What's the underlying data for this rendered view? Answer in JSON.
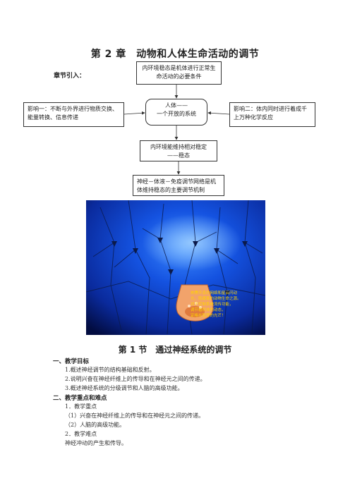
{
  "chapter_title": "第 2 章　动物和人体生命活动的调节",
  "intro_label": "章节引入：",
  "concept_map": {
    "top_box": "内环境稳态是机体进行正常生命活动的必要条件",
    "left_box": "影响一：不断与外界进行物质交换、能量转换、信息传递",
    "center_box_line1": "人体——",
    "center_box_line2": "一个开放的系统",
    "right_box": "影响二：体内同时进行着成千上万种化学反应",
    "lower_box_line1": "内环境能维持相对稳定",
    "lower_box_line2": "——稳态",
    "bottom_box": "神经－体液－免疫调节网络是机体维持稳态的主要调节机制"
  },
  "figure": {
    "caption_lines": [
      "奔腾不息的网络和星云闪动",
      "光，隐藏着的动物生命之源。",
      "对于控制系统流传功能，",
      "调节着机体的动态，",
      "定格在智慧的光芒！"
    ],
    "colors": {
      "background_dark": "#001a66",
      "background_glow": "#1565ff",
      "synapse": "#f2a36b",
      "caption": "#ffd400"
    }
  },
  "section_title": "第 1 节　通过神经系统的调节",
  "teaching_goals": {
    "heading": "一、教学目标",
    "items": [
      "1.概述神经调节的结构基础和反射。",
      "2.说明兴奋在神经纤维上的传导和在神经元之间的传递。",
      "3.概述神经系统的分级调节和人脑的高级功能。"
    ]
  },
  "key_points": {
    "heading": "二、教学重点和难点",
    "lines": [
      "1．教学重点",
      "（1）兴奋在神经纤维上的传导和在神经元之间的传递。",
      "（2）人脑的高级功能。",
      "2．教学难点",
      "神经冲动的产生和传导。"
    ]
  }
}
